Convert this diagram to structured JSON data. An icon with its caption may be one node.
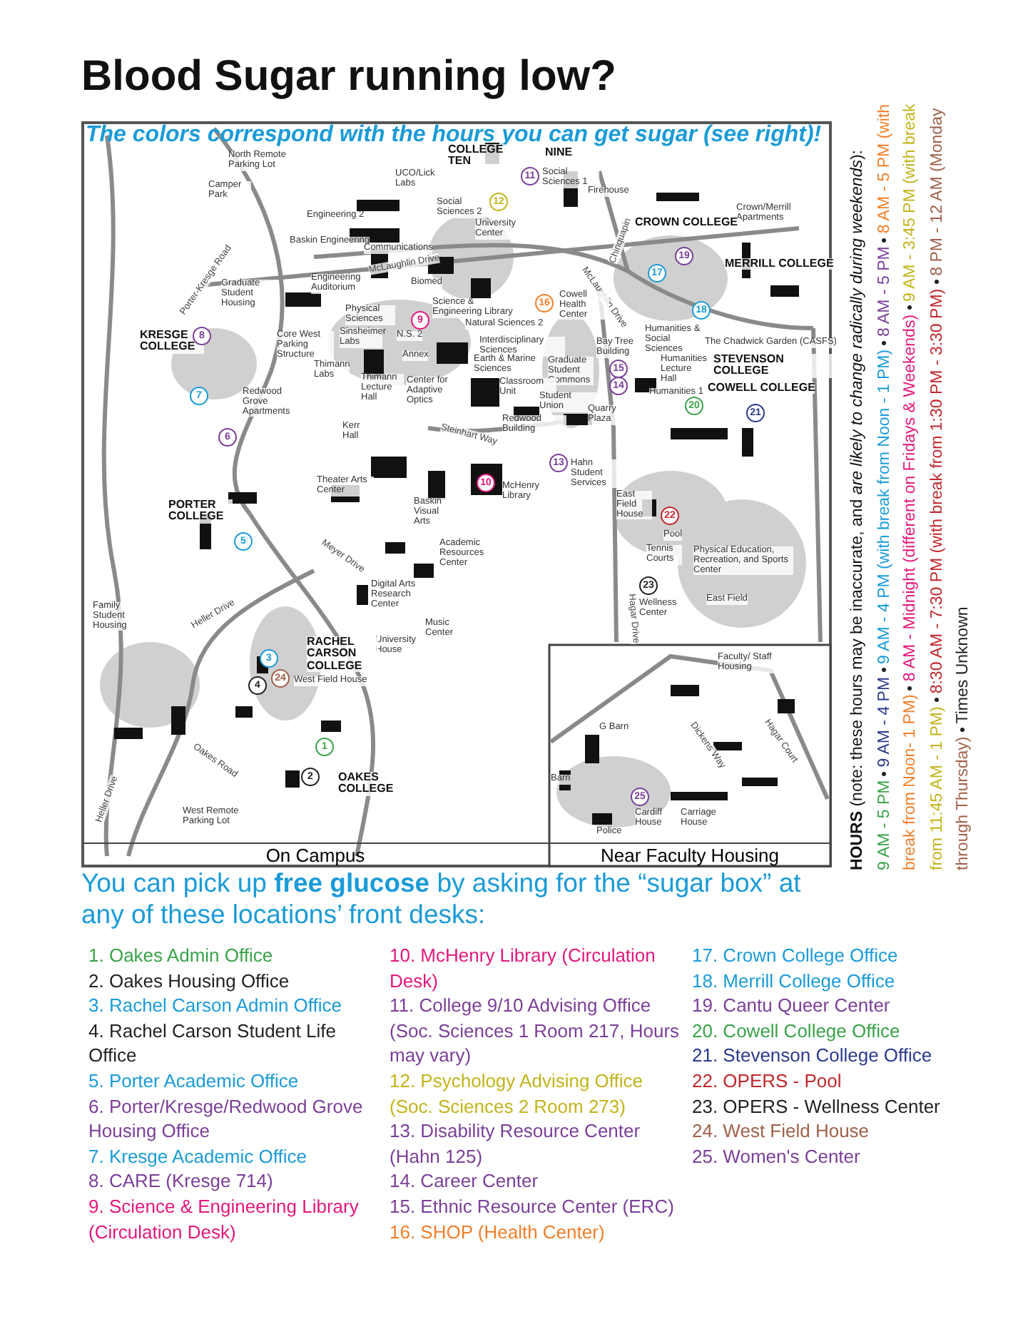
{
  "diagram": {
    "title": "Blood Sugar running low?",
    "labels": [
      "The colors correspond with the hours you can get sugar (see right)!",
      "North Remote Parking Lot",
      "Camper Park",
      "UCO/Lick Labs",
      "COLLEGE TEN",
      "NINE",
      "Social Sciences 1",
      "Engineering 2",
      "Social Sciences 2",
      "University Center",
      "Firehouse",
      "Crown/Merrill Apartments",
      "Baskin Engineering",
      "Communications",
      "CROWN COLLEGE",
      "Chinquapin",
      "MERRILL COLLEGE",
      "Porter-Kresge Road",
      "McLaughlin Drive",
      "Graduate Student Housing",
      "Engineering Auditorium",
      "Biomed",
      "McLaughlin Drive",
      "Cowell Health Center",
      "Science & Engineering Library",
      "Physical Sciences",
      "KRESGE COLLEGE",
      "Core West Parking Structure",
      "Sinsheimer Labs",
      "N.S. 2",
      "Natural Sciences 2",
      "Interdisciplinary Sciences",
      "Humanities & Social Sciences",
      "The Chadwick Garden (CASFS)",
      "Bay Tree Building",
      "Graduate Student Commons",
      "Humanities Lecture Hall",
      "STEVENSON COLLEGE",
      "Earth & Marine Sciences",
      "Thimann Labs",
      "Annex",
      "Humanities 1",
      "Classroom Unit",
      "Student Union",
      "Thimann Lecture Hall",
      "Center for Adaptive Optics",
      "Redwood Grove Apartments",
      "COWELL COLLEGE",
      "Redwood Building",
      "Quarry Plaza",
      "Kerr Hall",
      "Steinhart Way",
      "Hahn Student Services",
      "McHenry Library",
      "Theater Arts Center",
      "Baskin Visual Arts",
      "PORTER COLLEGE",
      "East Field House",
      "Pool",
      "Tennis Courts",
      "Physical Education, Recreation, and Sports Center",
      "Academic Resources Center",
      "Meyer Drive",
      "Digital Arts Research Center",
      "Wellness Center",
      "East Field",
      "Hagar Drive",
      "Family Student Housing",
      "Heller Drive",
      "Music Center",
      "University House",
      "RACHEL CARSON COLLEGE",
      "West Field House",
      "Oakes Road",
      "OAKES COLLEGE",
      "Heller Drive",
      "West Remote Parking Lot",
      "Faculty/ Staff Housing",
      "Dickens Way",
      "Hagar Court",
      "G Barn",
      "Barn",
      "Police",
      "Cardiff House",
      "Carriage House",
      "1",
      "2",
      "3",
      "4",
      "5",
      "6",
      "7",
      "8",
      "9",
      "10",
      "11",
      "12",
      "13",
      "14",
      "15",
      "16",
      "17",
      "18",
      "19",
      "20",
      "21",
      "22",
      "23",
      "24",
      "25",
      "On Campus",
      "Near Faculty Housing",
      "You can pick up **free glucose** by asking for the “sugar box” at any of these locations’ front desks:",
      "**HOURS** (note: these hours may be inaccurate, and *are likely to change radically during weekends*):"
    ],
    "legend": [
      {
        "text": "9 AM - 5 PM",
        "color": "#3aa34a"
      },
      {
        "text": "9 AM - 4 PM",
        "color": "#2b3a8c"
      },
      {
        "text": "9 AM - 4 PM (with break from Noon - 1 PM)",
        "color": "#1a9bd7"
      },
      {
        "text": "8 AM - 5 PM",
        "color": "#7b3f98"
      },
      {
        "text": "8 AM - 5 PM (with break from Noon- 1 PM)",
        "color": "#f07f2a"
      },
      {
        "text": "8 AM - Midnight (different on Fridays & Weekends)",
        "color": "#e2187b"
      },
      {
        "text": "9 AM - 3:45 PM (with break from 11:45 AM - 1 PM)",
        "color": "#c2b41c"
      },
      {
        "text": "8:30 AM - 7:30 PM (with break from 1:30 PM - 3:30 PM)",
        "color": "#c0272d"
      },
      {
        "text": "8 PM - 12 AM (Monday through Thursday)",
        "color": "#a0614a"
      },
      {
        "text": "Times Unknown",
        "color": "#231f20"
      },
      {
        "text": "1. Oakes Admin Office",
        "color": "#3aa34a"
      },
      {
        "text": "2. Oakes Housing Office",
        "color": "#231f20"
      },
      {
        "text": "3. Rachel Carson Admin Office",
        "color": "#1a9bd7"
      },
      {
        "text": "4. Rachel Carson Student Life Office",
        "color": "#231f20"
      },
      {
        "text": "5. Porter Academic Office",
        "color": "#1a9bd7"
      },
      {
        "text": "6. Porter/Kresge/Redwood Grove Housing Office",
        "color": "#7b3f98"
      },
      {
        "text": "7. Kresge Academic Office",
        "color": "#1a9bd7"
      },
      {
        "text": "8. CARE (Kresge 714)",
        "color": "#7b3f98"
      },
      {
        "text": "9. Science & Engineering Library (Circulation Desk)",
        "color": "#e2187b"
      },
      {
        "text": "10. McHenry Library (Circulation Desk)",
        "color": "#e2187b"
      },
      {
        "text": "11. College 9/10 Advising Office (Soc. Sciences 1 Room 217, Hours may vary)",
        "color": "#7b3f98"
      },
      {
        "text": "12. Psychology Advising Office (Soc. Sciences 2 Room 273)",
        "color": "#c2b41c"
      },
      {
        "text": "13. Disability Resource Center (Hahn 125)",
        "color": "#7b3f98"
      },
      {
        "text": "14. Career Center",
        "color": "#7b3f98"
      },
      {
        "text": "15. Ethnic Resource Center (ERC)",
        "color": "#7b3f98"
      },
      {
        "text": "16. SHOP (Health Center)",
        "color": "#f07f2a"
      },
      {
        "text": "17. Crown College Office",
        "color": "#1a9bd7"
      },
      {
        "text": "18. Merrill College Office",
        "color": "#1a9bd7"
      },
      {
        "text": "19. Cantu Queer Center",
        "color": "#7b3f98"
      },
      {
        "text": "20. Cowell College Office",
        "color": "#3aa34a"
      },
      {
        "text": "21. Stevenson College Office",
        "color": "#2b3a8c"
      },
      {
        "text": "22. OPERS - Pool",
        "color": "#c0272d"
      },
      {
        "text": "23. OPERS - Wellness Center",
        "color": "#231f20"
      },
      {
        "text": "24. West Field House",
        "color": "#a0614a"
      },
      {
        "text": "25. Women's Center",
        "color": "#7b3f98"
      }
    ]
  }
}
